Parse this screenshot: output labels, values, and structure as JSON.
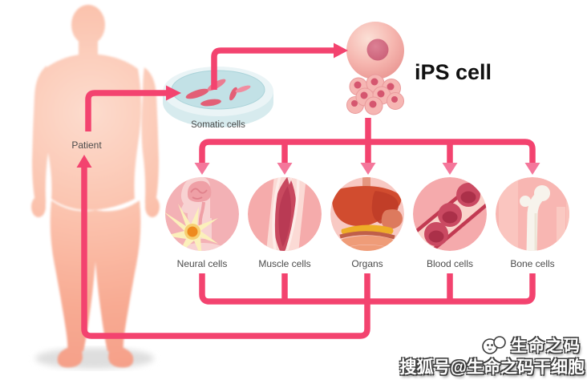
{
  "diagram": {
    "patient": {
      "label": "Patient"
    },
    "somatic": {
      "label": "Somatic cells"
    },
    "ips": {
      "label": "iPS cell"
    },
    "cell_types": [
      {
        "label": "Neural cells"
      },
      {
        "label": "Muscle cells"
      },
      {
        "label": "Organs"
      },
      {
        "label": "Blood cells"
      },
      {
        "label": "Bone cells"
      }
    ]
  },
  "watermark": {
    "brand": "生命之码",
    "account": "搜狐号@生命之码干细胞"
  },
  "colors": {
    "arrow": "#f3436f",
    "arrowhead_light": "#f4779b",
    "body_peach": "#f8b29d",
    "dish_water": "#c2e1e6",
    "label_text": "#4b4b4b"
  }
}
